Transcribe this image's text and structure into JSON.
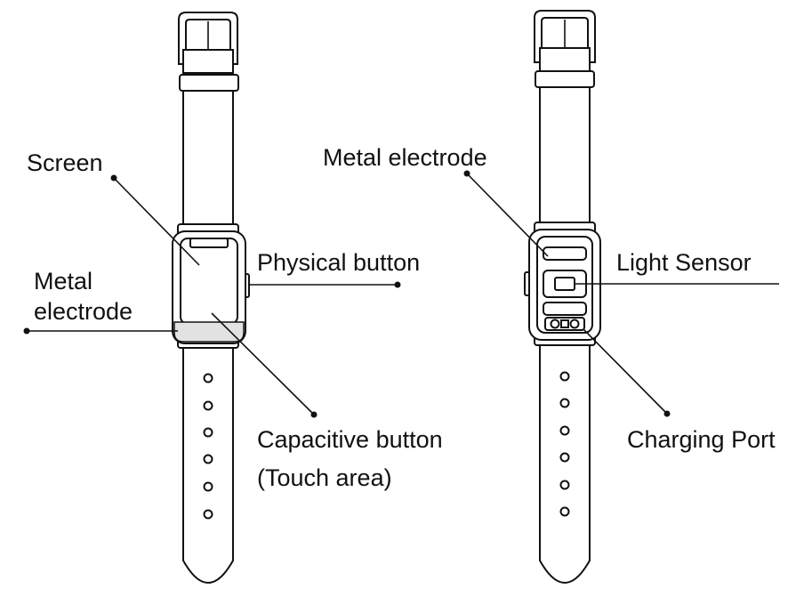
{
  "front_view": {
    "labels": {
      "screen": "Screen",
      "metal_electrode_line1": "Metal",
      "metal_electrode_line2": "electrode",
      "physical_button": "Physical button",
      "capacitive_button_line1": "Capacitive button",
      "capacitive_button_line2": "(Touch area)"
    },
    "colors": {
      "touch_area": "#e2e2e2"
    }
  },
  "back_view": {
    "labels": {
      "metal_electrode": "Metal electrode",
      "light_sensor": "Light Sensor",
      "charging_port": "Charging Port"
    }
  },
  "colors": {
    "line": "#111111",
    "background": "#ffffff"
  }
}
